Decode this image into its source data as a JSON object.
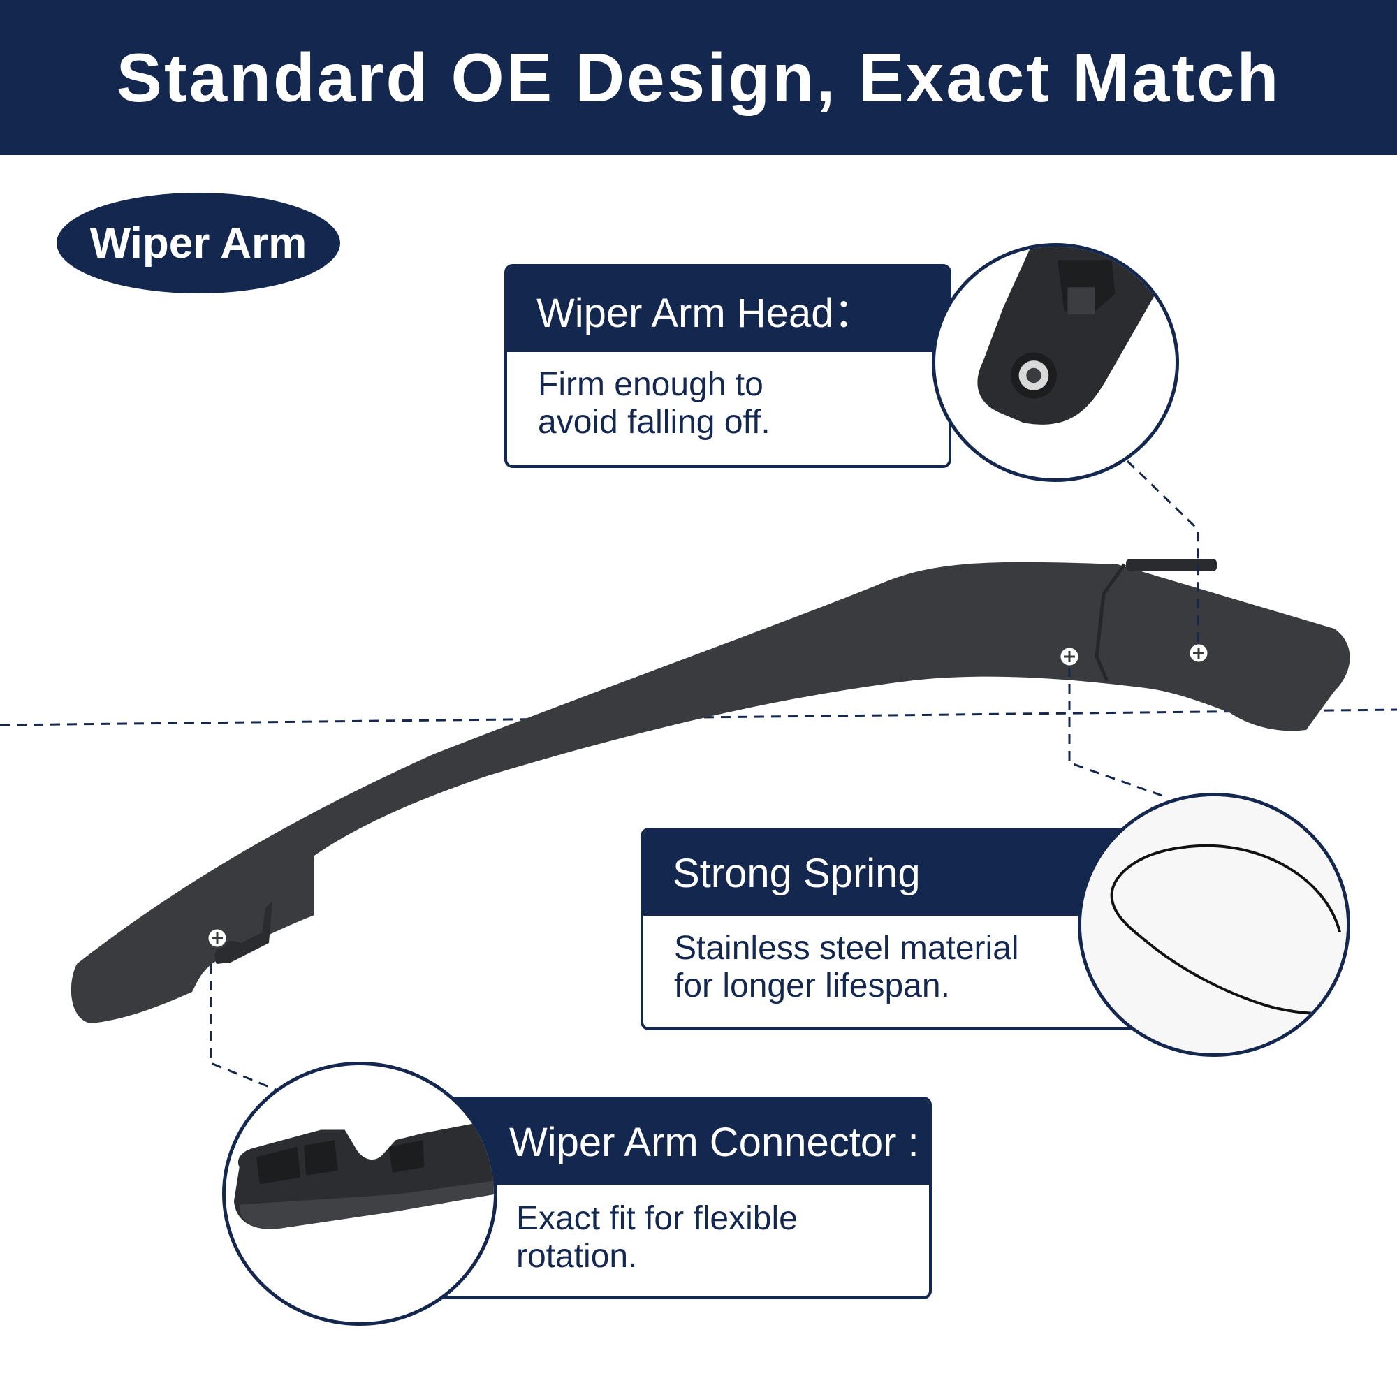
{
  "banner": {
    "title": "Standard OE Design, Exact Match"
  },
  "badge": {
    "label": "Wiper Arm"
  },
  "callouts": {
    "head": {
      "title": "Wiper Arm Head：",
      "description": "Firm enough to avoid falling off."
    },
    "spring": {
      "title": "Strong Spring",
      "description": "Stainless steel material for longer lifespan."
    },
    "connector": {
      "title": "Wiper Arm Connector :",
      "description": "Exact fit for flexible rotation."
    }
  },
  "colors": {
    "navy": "#14274e",
    "part": "#3a3b3e",
    "background": "#ffffff"
  },
  "icons": [
    "plus-marker-icon"
  ]
}
